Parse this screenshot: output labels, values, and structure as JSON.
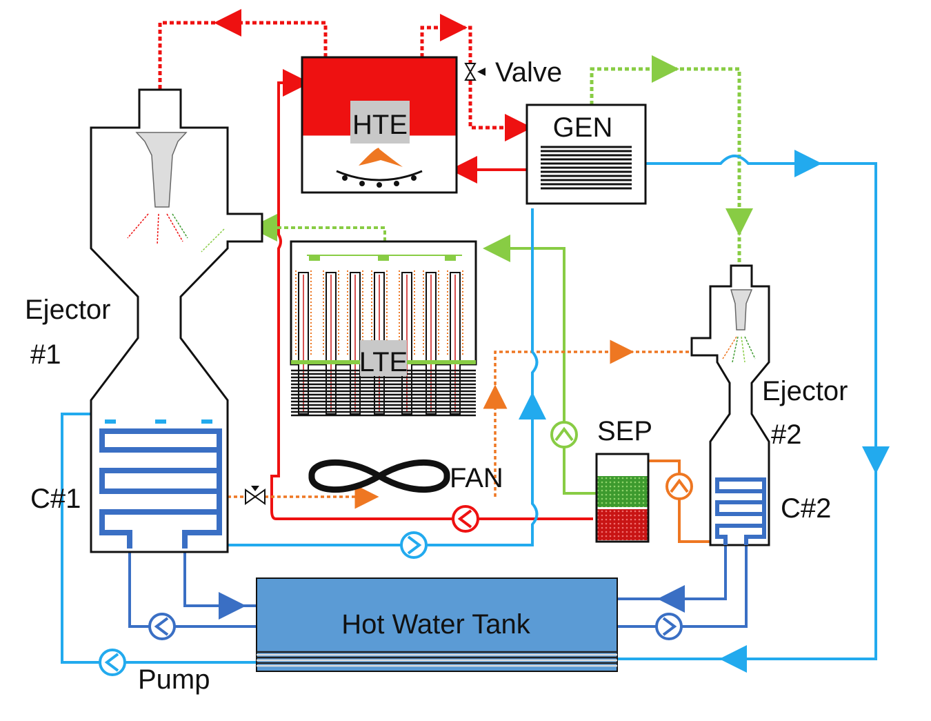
{
  "labels": {
    "hte": "HTE",
    "gen": "GEN",
    "valve": "Valve",
    "lte": "LTE",
    "fan": "FAN",
    "sep": "SEP",
    "ejector1_line1": "Ejector",
    "ejector1_line2": "#1",
    "ejector2_line1": "Ejector",
    "ejector2_line2": "#2",
    "c1": "C#1",
    "c2": "C#2",
    "tank": "Hot Water Tank",
    "pump": "Pump"
  },
  "colors": {
    "hot_red": "#ee1111",
    "light_blue": "#22aaee",
    "dark_blue": "#3a6fc4",
    "green": "#88cc44",
    "orange": "#ee7722",
    "tank_fill": "#5b9bd5",
    "outline": "#111111"
  }
}
